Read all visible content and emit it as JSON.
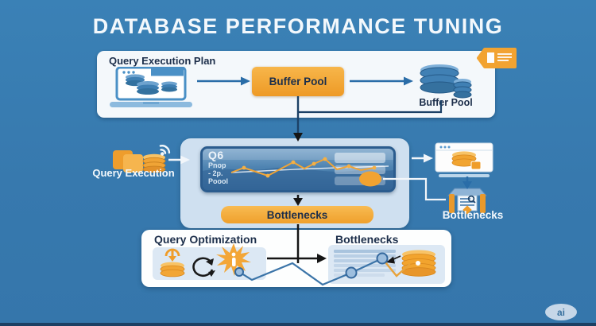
{
  "title": "DATABASE PERFORMANCE TUNING",
  "top_box": {
    "label": "Query Execution Plan",
    "buffer_pool_node": "Buffer Pool",
    "buffer_pool_db_label": "Buffer Pool"
  },
  "left_node": {
    "label": "Query Execution"
  },
  "monitor_panel": {
    "line1": "Q6",
    "line2": "Pnop",
    "line3": "- 2p.",
    "line4": "Poool"
  },
  "middle_box": {
    "bar_label": "Bottlenecks"
  },
  "right_node": {
    "label": "Bottlenecks"
  },
  "bottom_box": {
    "left_header": "Query Optimization",
    "right_header": "Bottlenecks"
  },
  "watermark": {
    "label": "ai"
  },
  "colors": {
    "background": "#3779ae",
    "accent_orange": "#f2a52f",
    "card_background": "#f4f8fb",
    "panel_light_blue": "#cfe0f0",
    "dark_navy_text": "#1c2e4a",
    "connector_blue": "#2a6da8",
    "connector_white": "#f2f6fa",
    "connector_black": "#151515"
  },
  "icons": {
    "laptop-database-icon": "laptop with blue database cylinders",
    "document-badge-icon": "orange ribbon tag with document lines",
    "database-stack-icon": "blue database cylinder stack",
    "query-execution-icon": "orange squares with database cylinders",
    "wifi-icon": "signal arcs",
    "monitor-database-icon": "browser window with orange database",
    "inspection-gate-icon": "document between orange pillars with magnifier",
    "database-import-icon": "down arrow into orange database",
    "refresh-icon": "circular arrows",
    "alert-info-icon": "orange burst with letter i",
    "document-lines-icon": "striped document block",
    "database-orange-icon": "orange database cylinder stack with dot"
  }
}
